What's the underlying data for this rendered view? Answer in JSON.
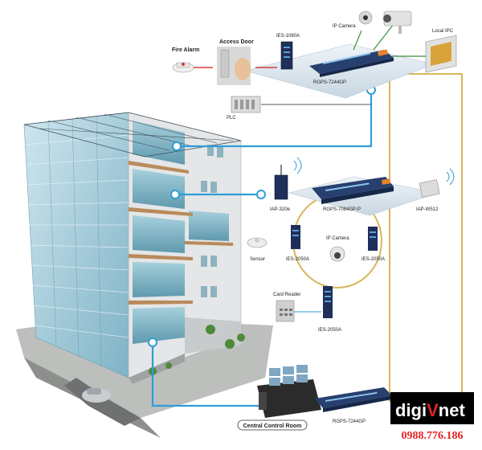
{
  "labels": {
    "fire_alarm": "Fire Alarm",
    "access_door": "Access Door",
    "ies_1080a": "IES-1080A",
    "ip_camera_top": "IP Camera",
    "local_ipc": "Local IPC",
    "rgps_7244gp_top": "RGPS-7244GP",
    "plc": "PLC",
    "iap_320e": "IAP-320e",
    "rgps_7084gp_p": "RGPS-7084GP-P",
    "iap_w512": "IAP-W512",
    "sensor": "Sensor",
    "ies_2050a_left": "IES-2050A",
    "ip_camera_mid": "IP Camera",
    "ies_2050a_right": "IES-2050A",
    "card_reader": "Card Reader",
    "ies_2050a_bottom": "IES-2050A",
    "central_control_room": "Central Control Room",
    "rgps_7244gp_bottom": "RGPS-7244GP"
  },
  "brand": {
    "logo_text_left": "digi",
    "logo_text_mid": "V",
    "logo_text_right": "net",
    "phone": "0988.776.186"
  },
  "colors": {
    "ethernet": "#2f9ed6",
    "fiber": "#d9b65a",
    "power": "#d63b3b",
    "logo_bg": "#000000",
    "logo_red": "#e32222",
    "phone": "#e32222"
  }
}
